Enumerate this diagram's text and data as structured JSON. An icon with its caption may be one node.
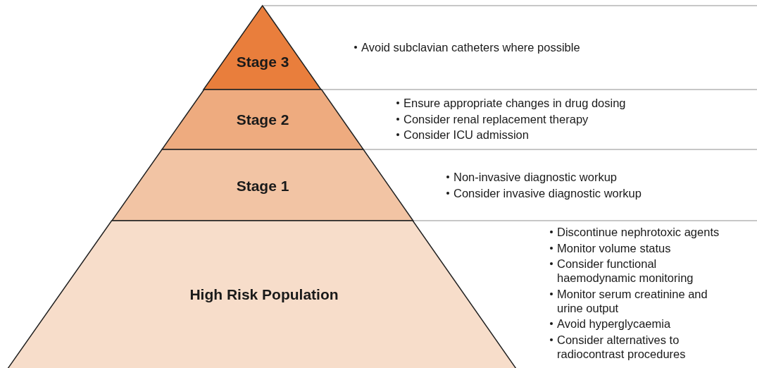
{
  "diagram": {
    "nodes": [
      {
        "text": [
          "Stage 3"
        ],
        "beside": [
          "Avoid subclavian catheters where possible"
        ]
      },
      {
        "text": [
          "Stage 2"
        ],
        "beside": [
          "Ensure appropriate changes in drug dosing",
          "Consider renal replacement therapy",
          "Consider ICU admission"
        ]
      },
      {
        "text": [
          "Stage 1"
        ],
        "beside": [
          "Non-invasive diagnostic workup",
          "Consider invasive diagnostic workup"
        ]
      },
      {
        "text": [
          "High Risk Population"
        ],
        "beside": [
          "Discontinue nephrotoxic agents",
          "Monitor volume status",
          "Consider functional haemodynamic monitoring",
          "Monitor serum creatinine and urine output",
          "Avoid hyperglycaemia",
          "Consider alternatives to radiocontrast procedures"
        ]
      }
    ]
  }
}
